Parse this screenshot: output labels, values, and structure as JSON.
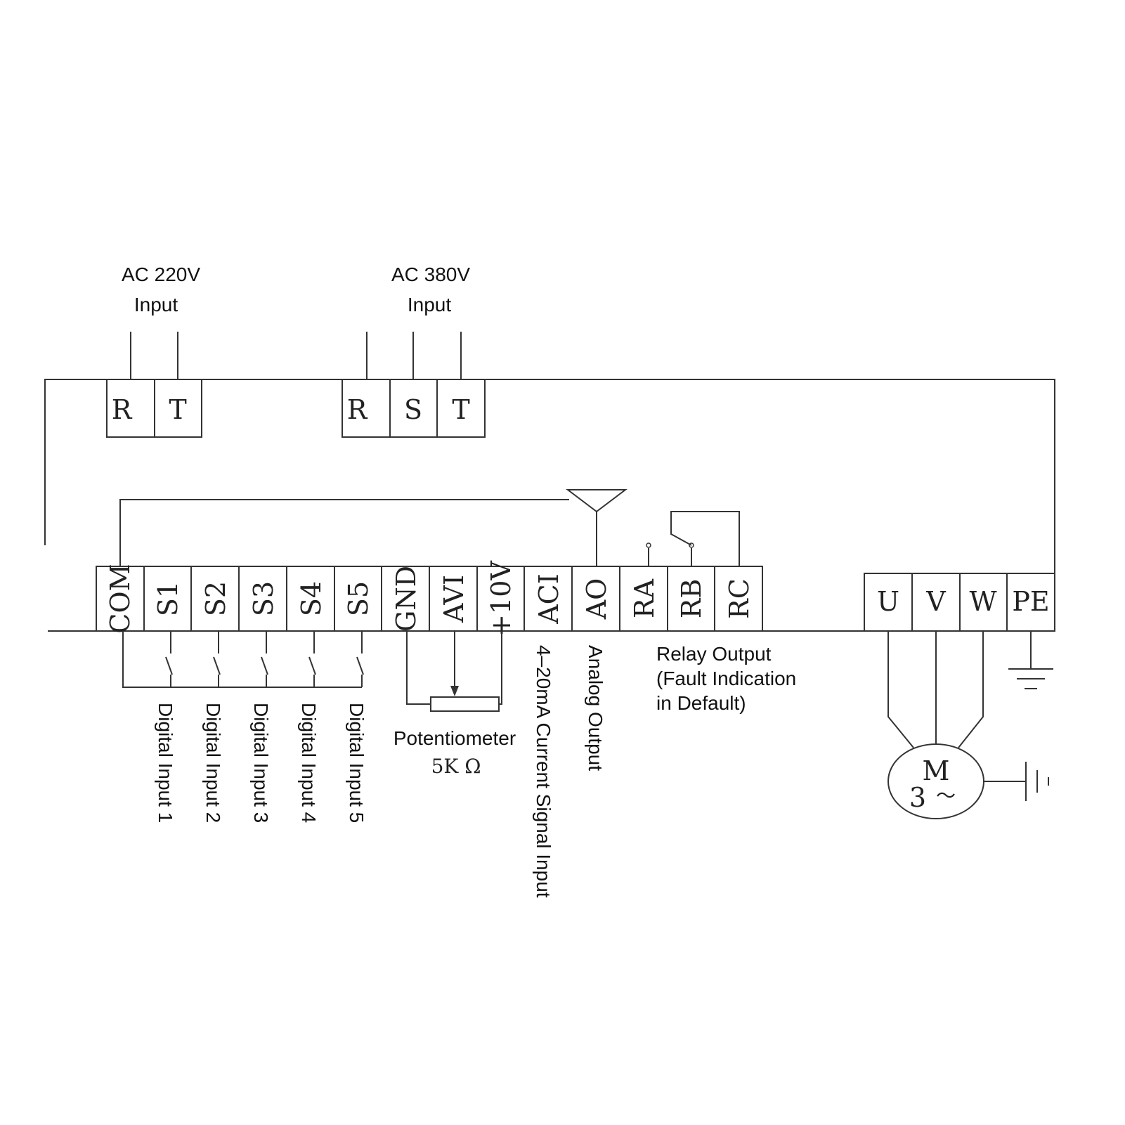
{
  "inputs": {
    "ac220": {
      "line1": "AC 220V",
      "line2": "Input",
      "terminals": [
        "R",
        "T"
      ]
    },
    "ac380": {
      "line1": "AC 380V",
      "line2": "Input",
      "terminals": [
        "R",
        "S",
        "T"
      ]
    }
  },
  "control_terminals": [
    "COM",
    "S1",
    "S2",
    "S3",
    "S4",
    "S5",
    "GND",
    "AVI",
    "+10V",
    "ACI",
    "AO",
    "RA",
    "RB",
    "RC"
  ],
  "output_terminals": [
    "U",
    "V",
    "W",
    "PE"
  ],
  "labels": {
    "digital_inputs": [
      "Digital Input 1",
      "Digital Input 2",
      "Digital Input 3",
      "Digital Input 4",
      "Digital Input 5"
    ],
    "potentiometer": "Potentiometer",
    "potentiometer_value": "5K Ω",
    "current_signal": "4–20mA Current Signal Input",
    "analog_output": "Analog Output",
    "relay_output": [
      "Relay Output",
      "(Fault Indication",
      "in Default)"
    ]
  },
  "motor": {
    "letter": "M",
    "phase": "3",
    "symbol": "～"
  },
  "colors": {
    "line": "#333333",
    "text": "#111111",
    "background": "#ffffff"
  }
}
